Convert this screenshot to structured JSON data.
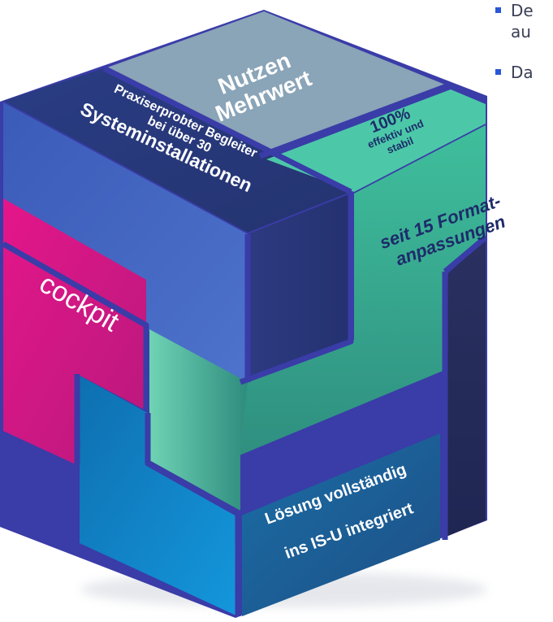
{
  "bullets": {
    "items": [
      {
        "line1": "De",
        "line2": "au"
      },
      {
        "line1": "Da",
        "line2": ""
      }
    ]
  },
  "cube": {
    "top_gray_label_1": "Nutzen",
    "top_gray_label_2": "Mehrwert",
    "top_navy_line_1": "Praxiserprobter Begleiter",
    "top_navy_line_2": "bei über 30",
    "top_navy_line_3": "Systeminstallationen",
    "top_green_line_1": "100%",
    "top_green_line_2": "effektiv und",
    "top_green_line_3": "stabil",
    "right_green_line_1": "seit 15 Format-",
    "right_green_line_2": "anpassungen",
    "left_magenta_label": "cockpit",
    "bottom_blue_line_1": "Lösung vollständig",
    "bottom_blue_line_2": "ins IS-U integriert"
  },
  "colors": {
    "gray_top": "#8ba3b8",
    "navy_top": "#2b3f86",
    "navy_dark": "#26305e",
    "blue_block": "#4468c0",
    "green": "#3db59a",
    "green_light": "#67cfb0",
    "magenta": "#d81b82",
    "cyan": "#1679b5",
    "outline": "#3a3ca8",
    "bullet": "#2a56d8"
  }
}
